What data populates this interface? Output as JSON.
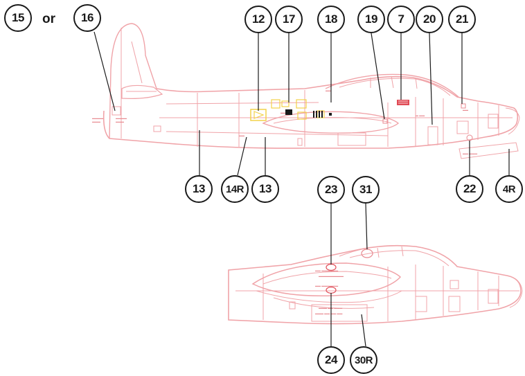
{
  "callouts": {
    "c15": "15",
    "or": "or",
    "c16": "16",
    "c12": "12",
    "c17": "17",
    "c18": "18",
    "c19": "19",
    "c7": "7",
    "c20": "20",
    "c21": "21",
    "c13a": "13",
    "c14r": "14R",
    "c13b": "13",
    "c22": "22",
    "c4r": "4R",
    "c23": "23",
    "c31": "31",
    "c24": "24",
    "c30r": "30R"
  },
  "colors": {
    "outline": "#f0a3a8",
    "outline_strong": "#e88a91",
    "decal_yellow": "#f2d24a",
    "decal_red": "#e04a55",
    "leader": "#1a1a1a"
  }
}
